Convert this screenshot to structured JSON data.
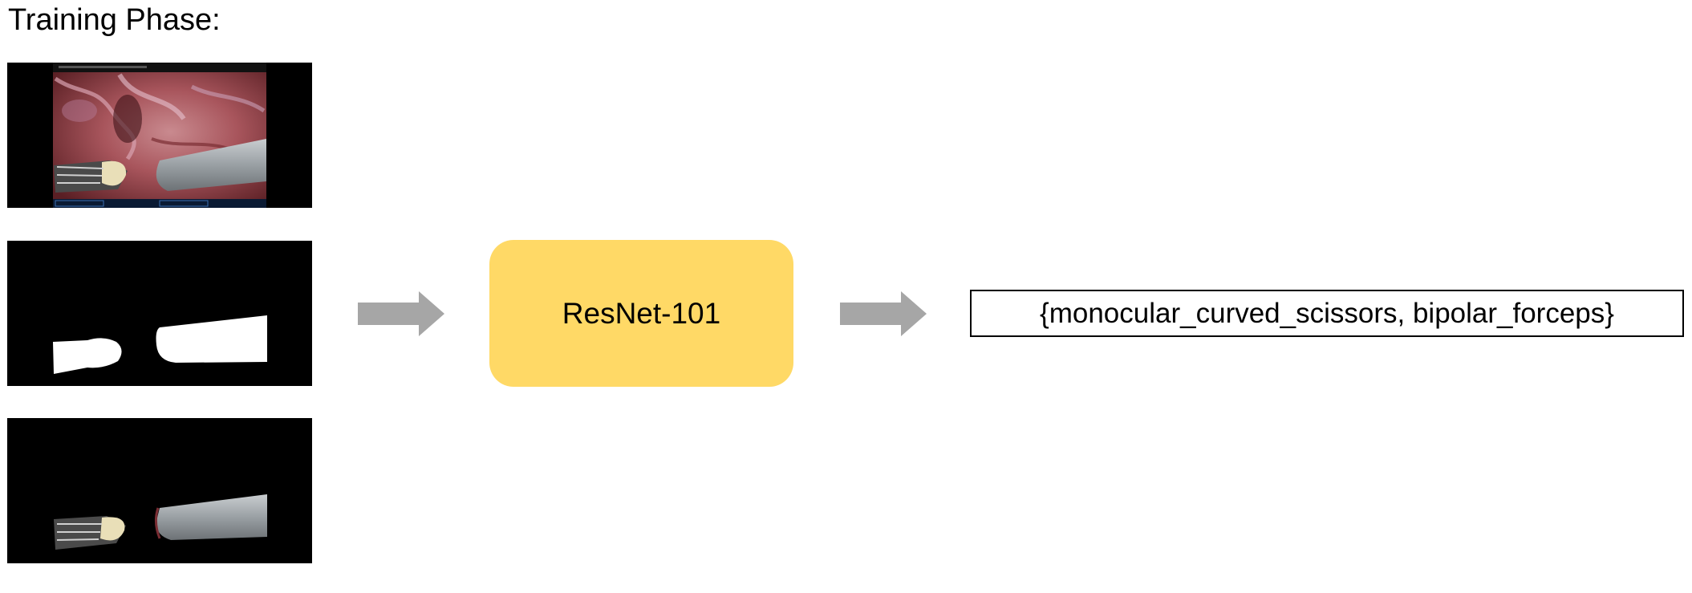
{
  "diagram": {
    "title": "Training Phase:",
    "inputs": [
      {
        "name": "surgical-frame",
        "kind": "endoscopic image"
      },
      {
        "name": "binary-mask",
        "kind": "segmentation mask"
      },
      {
        "name": "masked-instruments",
        "kind": "masked image"
      }
    ],
    "model_label": "ResNet-101",
    "output_label": "{monocular_curved_scissors, bipolar_forceps}",
    "colors": {
      "model_fill": "#ffd966",
      "arrow_fill": "#a6a6a6",
      "panel_background": "#000000",
      "mask_fill": "#ffffff"
    }
  }
}
